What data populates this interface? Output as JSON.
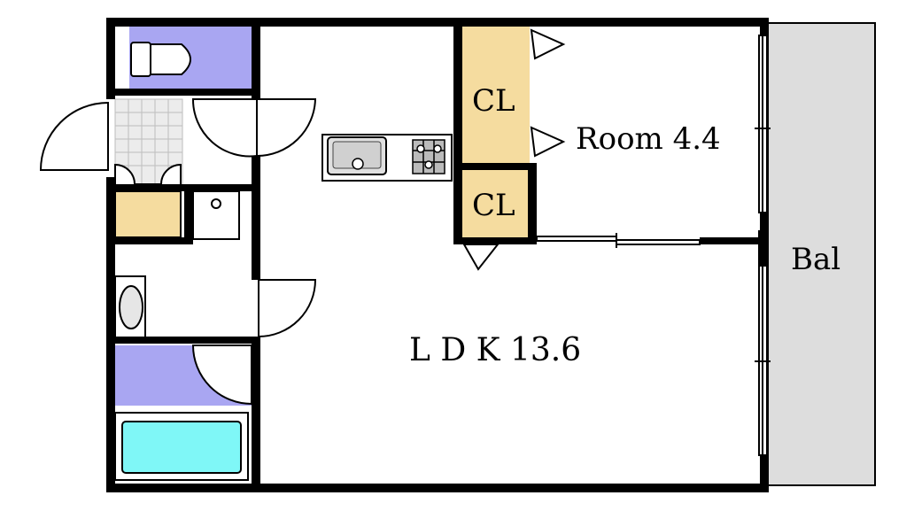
{
  "rooms": {
    "room": "Room 4.4",
    "ldk": "L D K 13.6",
    "balcony": "Bal",
    "closet_upper": "CL",
    "closet_lower": "CL"
  },
  "colors": {
    "wall": "#000000",
    "toilet_area": "#a9a6f2",
    "closet": "#f5dc9f",
    "bathtub": "#7ff7f7",
    "balcony": "#dddddd",
    "tile": "#cfcfcf"
  }
}
